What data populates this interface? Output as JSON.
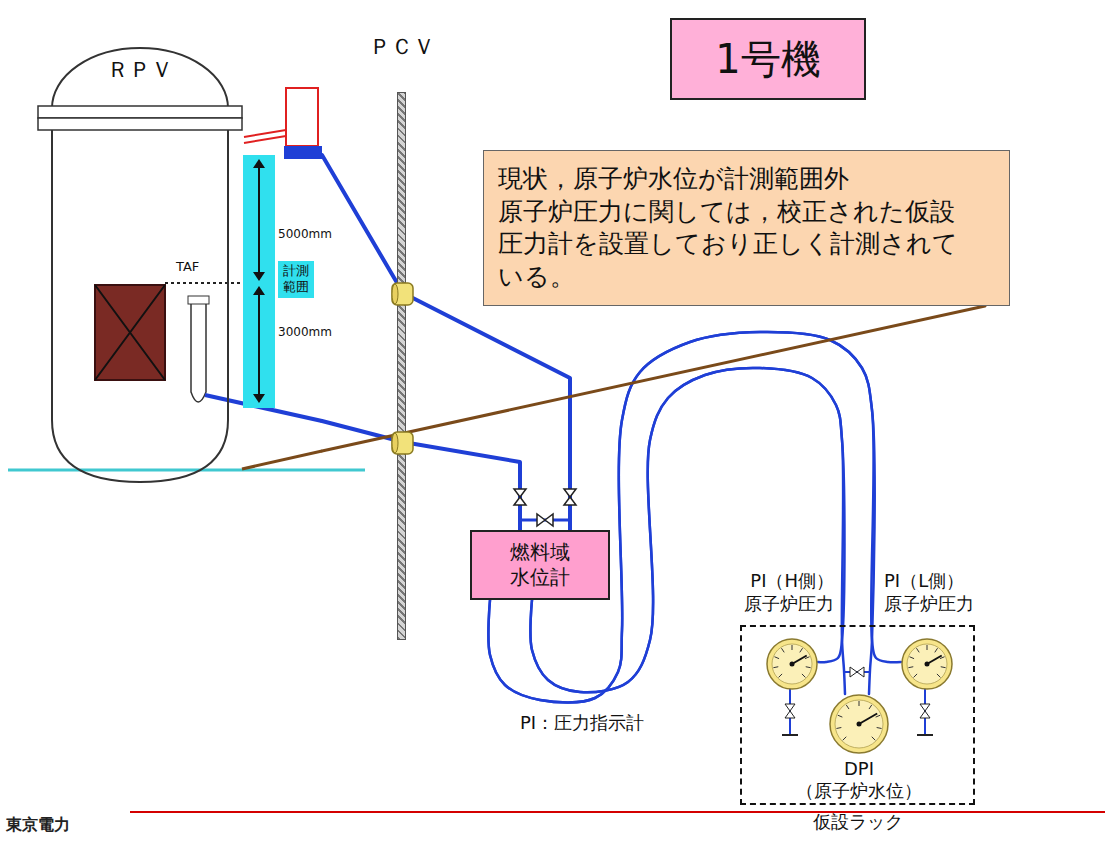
{
  "diagram": {
    "nodes": [
      {
        "text": [
          "ＲＰＶ"
        ]
      },
      {
        "text": [
          "ＰＣＶ"
        ]
      },
      {
        "text": [
          "1号機"
        ]
      },
      {
        "text": [
          "現状，原子炉水位が計測範囲外 原子炉圧力に関しては，校正された仮設 圧力計を設置しており正しく計測されて いる。"
        ]
      },
      {
        "text": [
          "5000mm",
          "計測 範囲",
          "3000mm"
        ]
      },
      {
        "text": [
          "燃料域 水位計"
        ]
      },
      {
        "text": [
          "仮設ラック"
        ]
      },
      {
        "text": [
          "PI（H側） 原子炉圧力"
        ],
        "in": 6
      },
      {
        "text": [
          "PI（L側） 原子炉圧力"
        ],
        "in": 6
      },
      {
        "text": [
          "DPI",
          "（原子炉水位）"
        ],
        "in": 6
      }
    ],
    "edges": [
      {
        "from": 0,
        "to": 5,
        "arrow": "none"
      },
      {
        "from": 0,
        "to": 5,
        "arrow": "none"
      },
      {
        "from": 5,
        "to": 7,
        "arrow": "none"
      },
      {
        "from": 5,
        "to": 9,
        "arrow": "none"
      },
      {
        "from": 5,
        "to": 8,
        "arrow": "none"
      },
      {
        "from": 5,
        "to": 9,
        "arrow": "none"
      },
      {
        "from": 3,
        "to": 0,
        "arrow": "none"
      }
    ],
    "labels": [
      "TAF",
      "PI：圧力指示計",
      "東京電力"
    ]
  }
}
